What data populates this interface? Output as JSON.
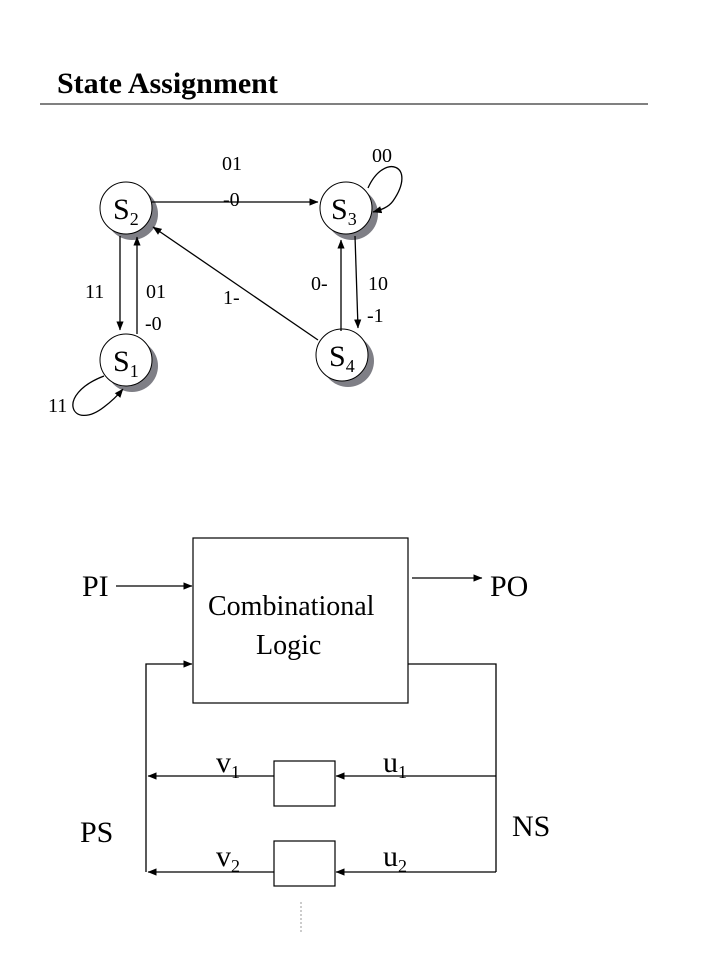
{
  "title": "State Assignment",
  "states": {
    "s1": {
      "name": "S",
      "sub": "1"
    },
    "s2": {
      "name": "S",
      "sub": "2"
    },
    "s3": {
      "name": "S",
      "sub": "3"
    },
    "s4": {
      "name": "S",
      "sub": "4"
    }
  },
  "edges": {
    "s2_s3": [
      "01",
      "-0"
    ],
    "s3_self": "00",
    "s2_s1": "11",
    "s1_s2": [
      "01",
      "-0"
    ],
    "s1_self": "11",
    "s4_s2": "1-",
    "s4_s3": "0-",
    "s3_s4": [
      "10",
      "-1"
    ]
  },
  "circuit": {
    "block_label": [
      "Combinational",
      "Logic"
    ],
    "pi": "PI",
    "po": "PO",
    "ps": "PS",
    "ns": "NS",
    "v1": {
      "name": "v",
      "sub": "1"
    },
    "v2": {
      "name": "v",
      "sub": "2"
    },
    "u1": {
      "name": "u",
      "sub": "1"
    },
    "u2": {
      "name": "u",
      "sub": "2"
    }
  },
  "colors": {
    "node_shadow": "#7f7f86",
    "ink": "#000000",
    "background": "#ffffff"
  }
}
